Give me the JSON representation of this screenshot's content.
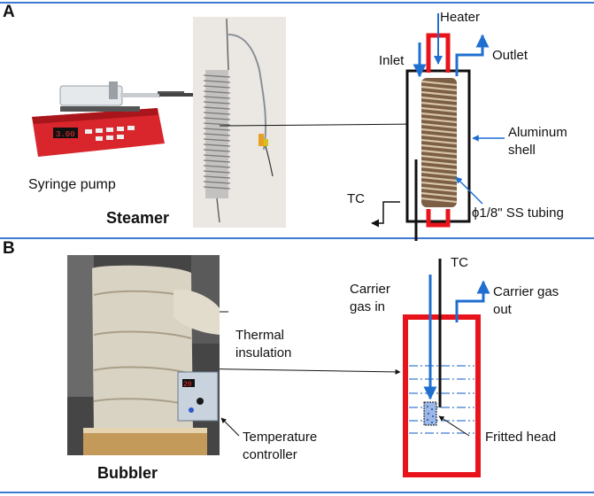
{
  "panel_a": {
    "letter": "A",
    "title": "Steamer",
    "syringe_pump_label": "Syringe pump",
    "pump_display": "3.00",
    "heater_label": "Heater",
    "inlet_label": "Inlet",
    "outlet_label": "Outlet",
    "shell_label_line1": "Aluminum",
    "shell_label_line2": "shell",
    "tc_label": "TC",
    "tubing_label": "ϕ1/8\" SS tubing"
  },
  "panel_b": {
    "letter": "B",
    "title": "Bubbler",
    "tc_label": "TC",
    "carrier_in_line1": "Carrier",
    "carrier_in_line2": "gas in",
    "carrier_out_line1": "Carrier gas",
    "carrier_out_line2": "out",
    "insulation_line1": "Thermal",
    "insulation_line2": "insulation",
    "controller_line1": "Temperature",
    "controller_line2": "controller",
    "fritted_label": "Fritted head",
    "controller_display": "20"
  },
  "colors": {
    "divider": "#3f7ad0",
    "heater_red": "#e8141c",
    "flow_blue": "#1f6fd1",
    "coil_brown": "#8a6a4a",
    "pump_red": "#d9262c"
  }
}
